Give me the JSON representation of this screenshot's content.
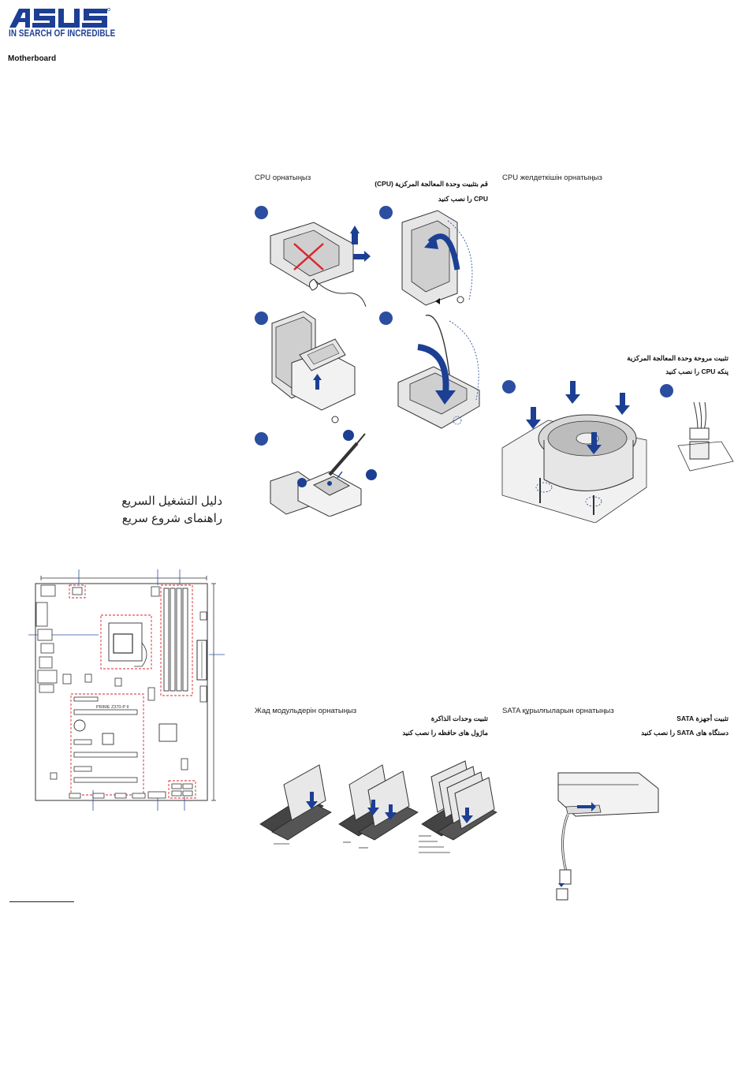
{
  "header": {
    "brand": "ASUS",
    "tagline": "IN SEARCH OF INCREDIBLE",
    "doc_type": "Motherboard",
    "brand_color": "#1c3f94"
  },
  "quickstart": {
    "title_ar": "دليل التشغيل السريع",
    "title_fa": "راهنمای شروع سریع"
  },
  "board": {
    "model": "PRIME Z370-P II"
  },
  "cpu_install": {
    "title": "CPU орнатыңыз",
    "title_ar": "قم بتثبيت وحدة المعالجة المركزية (CPU)",
    "title_fa": "CPU را نصب کنید",
    "step_icons": [
      "step-1",
      "step-2",
      "step-3",
      "step-4",
      "step-5"
    ]
  },
  "fan_install": {
    "title": "CPU желдеткішін орнатыңыз",
    "title_ar": "تثبيت مروحة وحدة المعالجة المركزية",
    "title_fa": "پنکه CPU را نصب کنید"
  },
  "memory_install": {
    "title": "Жад модульдерін орнатыңыз",
    "title_ar": "تثبيت وحدات الذاكرة",
    "title_fa": "ماژول های حافظه را نصب کنید"
  },
  "sata_install": {
    "title": "SATA құрылғыларын орнатыңыз",
    "title_ar": "تثبيت أجهزة SATA",
    "title_fa": "دستگاه های SATA را نصب کنید"
  },
  "colors": {
    "accent_blue": "#2b4ea0",
    "line_gray": "#555555",
    "red_mark": "#d9262b"
  }
}
